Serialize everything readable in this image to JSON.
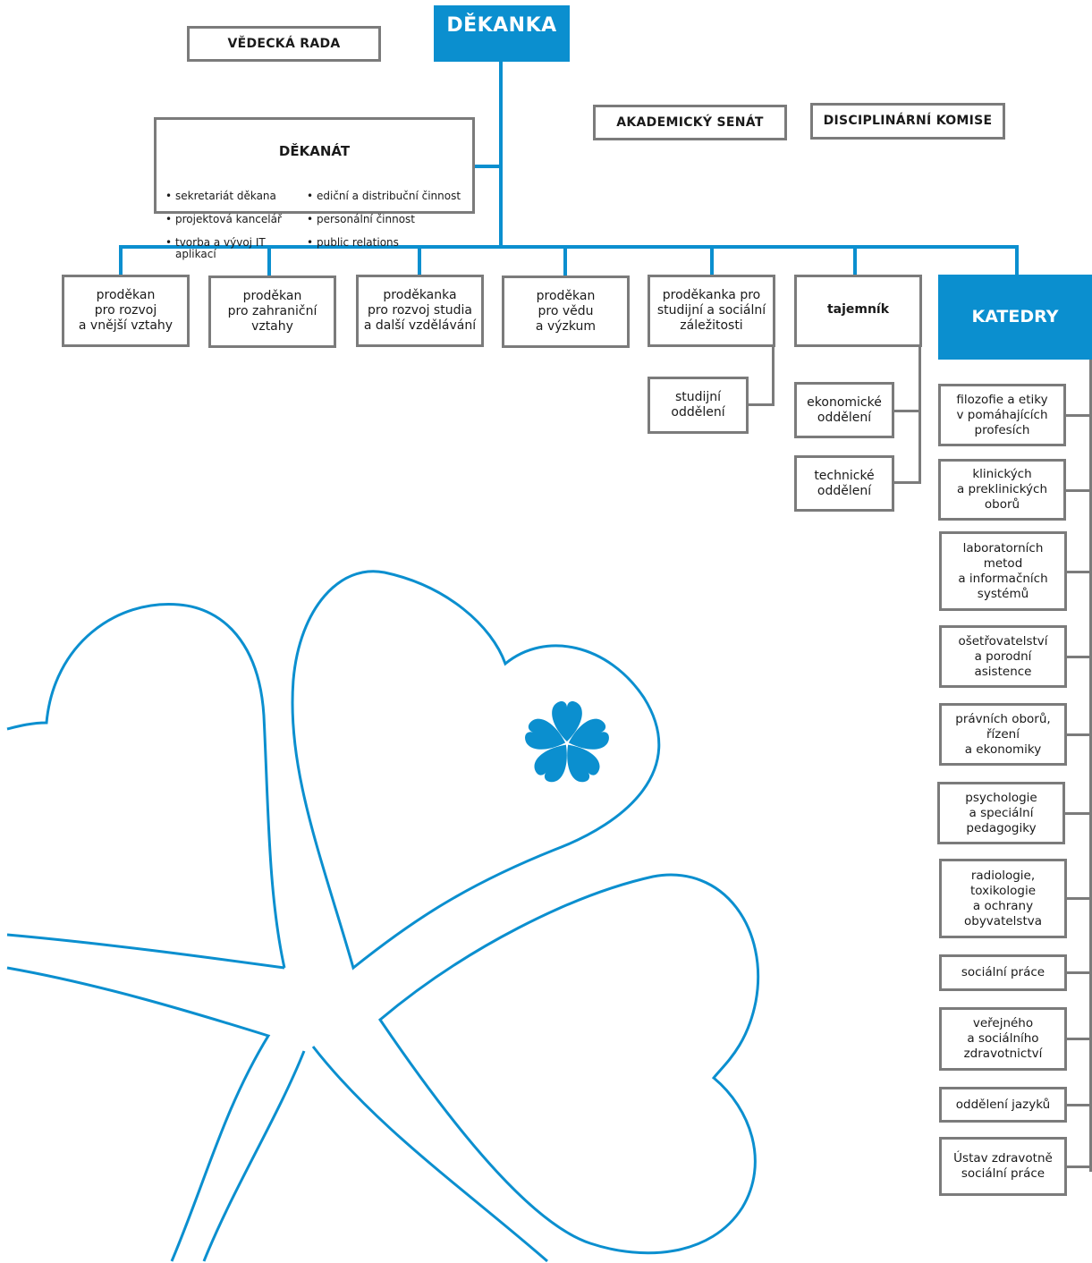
{
  "top_box": {
    "label": "DĚKANKA"
  },
  "vedecka_rada": {
    "label": "VĚDECKÁ RADA"
  },
  "akademicky_senat": {
    "label": "AKADEMICKÝ SENÁT"
  },
  "disciplinarni_komise": {
    "label": "DISCIPLINÁRNÍ KOMISE"
  },
  "dekanat": {
    "title": "DĚKANÁT",
    "left_items": [
      "sekretariát děkana",
      "projektová kancelář",
      "tvorba a vývoj IT aplikací"
    ],
    "right_items": [
      "ediční a distribuční činnost",
      "personální činnost",
      "public relations"
    ]
  },
  "second_level": [
    {
      "label": "proděkan\npro rozvoj\na vnější vztahy"
    },
    {
      "label": "proděkan\npro zahraniční\nvztahy"
    },
    {
      "label": "proděkanka\npro rozvoj studia\na další vzdělávání"
    },
    {
      "label": "proděkan\npro vědu\na výzkum"
    },
    {
      "label": "proděkanka pro\nstudijní a sociální\nzáležitosti"
    },
    {
      "label": "tajemník"
    }
  ],
  "katedry": {
    "label": "KATEDRY"
  },
  "studijni": {
    "label": "studijní\noddělení"
  },
  "tajemnik_units": [
    {
      "label": "ekonomické\noddělení"
    },
    {
      "label": "technické\noddělení"
    }
  ],
  "departments": [
    {
      "label": "filozofie a etiky\nv pomáhajících\nprofesích"
    },
    {
      "label": "klinických\na preklinických\noborů"
    },
    {
      "label": "laboratorních\nmetod\na informačních\nsystémů"
    },
    {
      "label": "ošetřovatelství\na porodní\nasistence"
    },
    {
      "label": "právních oborů,\nřízení\na ekonomiky"
    },
    {
      "label": "psychologie\na speciální\npedagogiky"
    },
    {
      "label": "radiologie,\ntoxikologie\na ochrany\nobyvatelstva"
    },
    {
      "label": "sociální práce"
    },
    {
      "label": "veřejného\na sociálního\nzdravotnictví"
    },
    {
      "label": "oddělení jazyků"
    },
    {
      "label": "Ústav zdravotně\nsociální práce"
    }
  ],
  "colors": {
    "accent": "#0b8fcf",
    "border": "#7b7b7b"
  }
}
